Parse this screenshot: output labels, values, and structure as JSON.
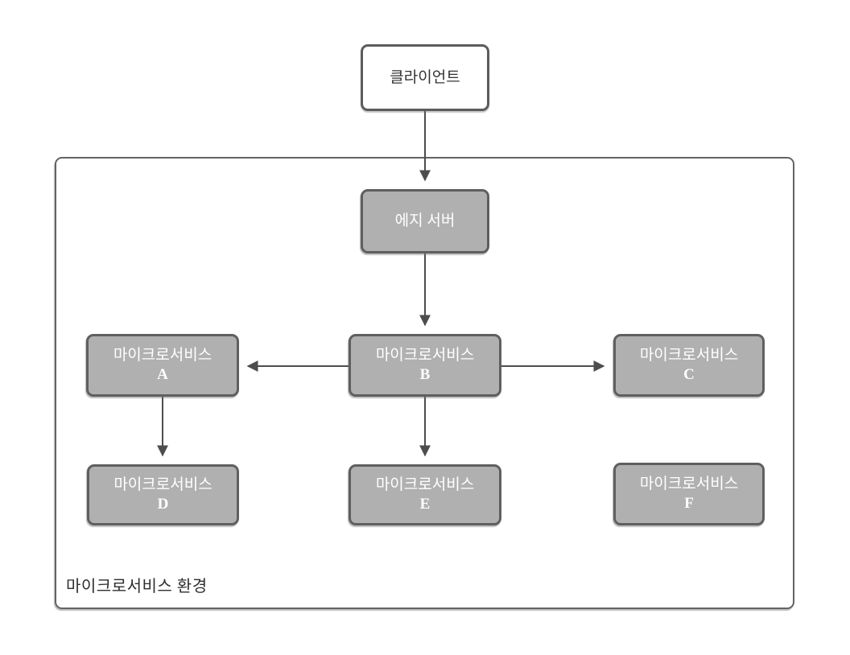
{
  "diagram": {
    "container": {
      "label": "마이크로서비스 환경"
    },
    "nodes": {
      "client": {
        "label": "클라이언트"
      },
      "edge_server": {
        "label": "에지 서버"
      },
      "ms_a": {
        "label": "마이크로서비스",
        "sublabel": "A"
      },
      "ms_b": {
        "label": "마이크로서비스",
        "sublabel": "B"
      },
      "ms_c": {
        "label": "마이크로서비스",
        "sublabel": "C"
      },
      "ms_d": {
        "label": "마이크로서비스",
        "sublabel": "D"
      },
      "ms_e": {
        "label": "마이크로서비스",
        "sublabel": "E"
      },
      "ms_f": {
        "label": "마이크로서비스",
        "sublabel": "F"
      }
    },
    "edges": [
      {
        "from": "클라이언트",
        "to": "에지 서버"
      },
      {
        "from": "에지 서버",
        "to": "마이크로서비스 B"
      },
      {
        "from": "마이크로서비스 B",
        "to": "마이크로서비스 A"
      },
      {
        "from": "마이크로서비스 B",
        "to": "마이크로서비스 C"
      },
      {
        "from": "마이크로서비스 A",
        "to": "마이크로서비스 D"
      },
      {
        "from": "마이크로서비스 B",
        "to": "마이크로서비스 E"
      }
    ],
    "colors": {
      "node_fill": "#b0b0b0",
      "node_border": "#5f5f5f",
      "node_text": "#ffffff",
      "client_fill": "#ffffff",
      "client_text": "#333333",
      "arrow": "#4d4d4d"
    }
  }
}
